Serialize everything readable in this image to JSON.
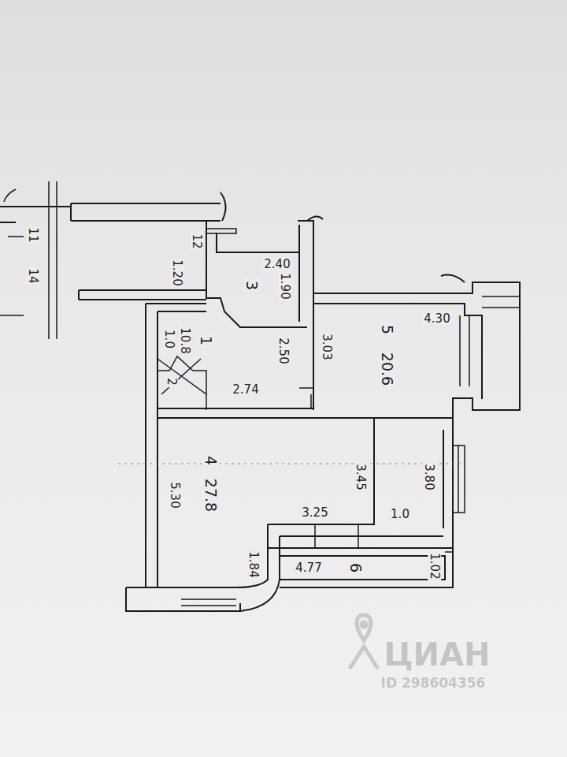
{
  "diagram": {
    "labels": [
      "11",
      "12",
      "14",
      "1.20",
      "2.40",
      "1.90",
      "3",
      "1.0",
      "10.8",
      "1",
      "2.50",
      "2",
      "2.74",
      "3.03",
      "4.30",
      "5",
      "20.6",
      "4",
      "27.8",
      "5.30",
      "3.45",
      "3.80",
      "3.25",
      "1.0",
      "1.84",
      "4.77",
      "6",
      "1.02",
      "ЦИАН",
      "ID 298604356"
    ]
  }
}
